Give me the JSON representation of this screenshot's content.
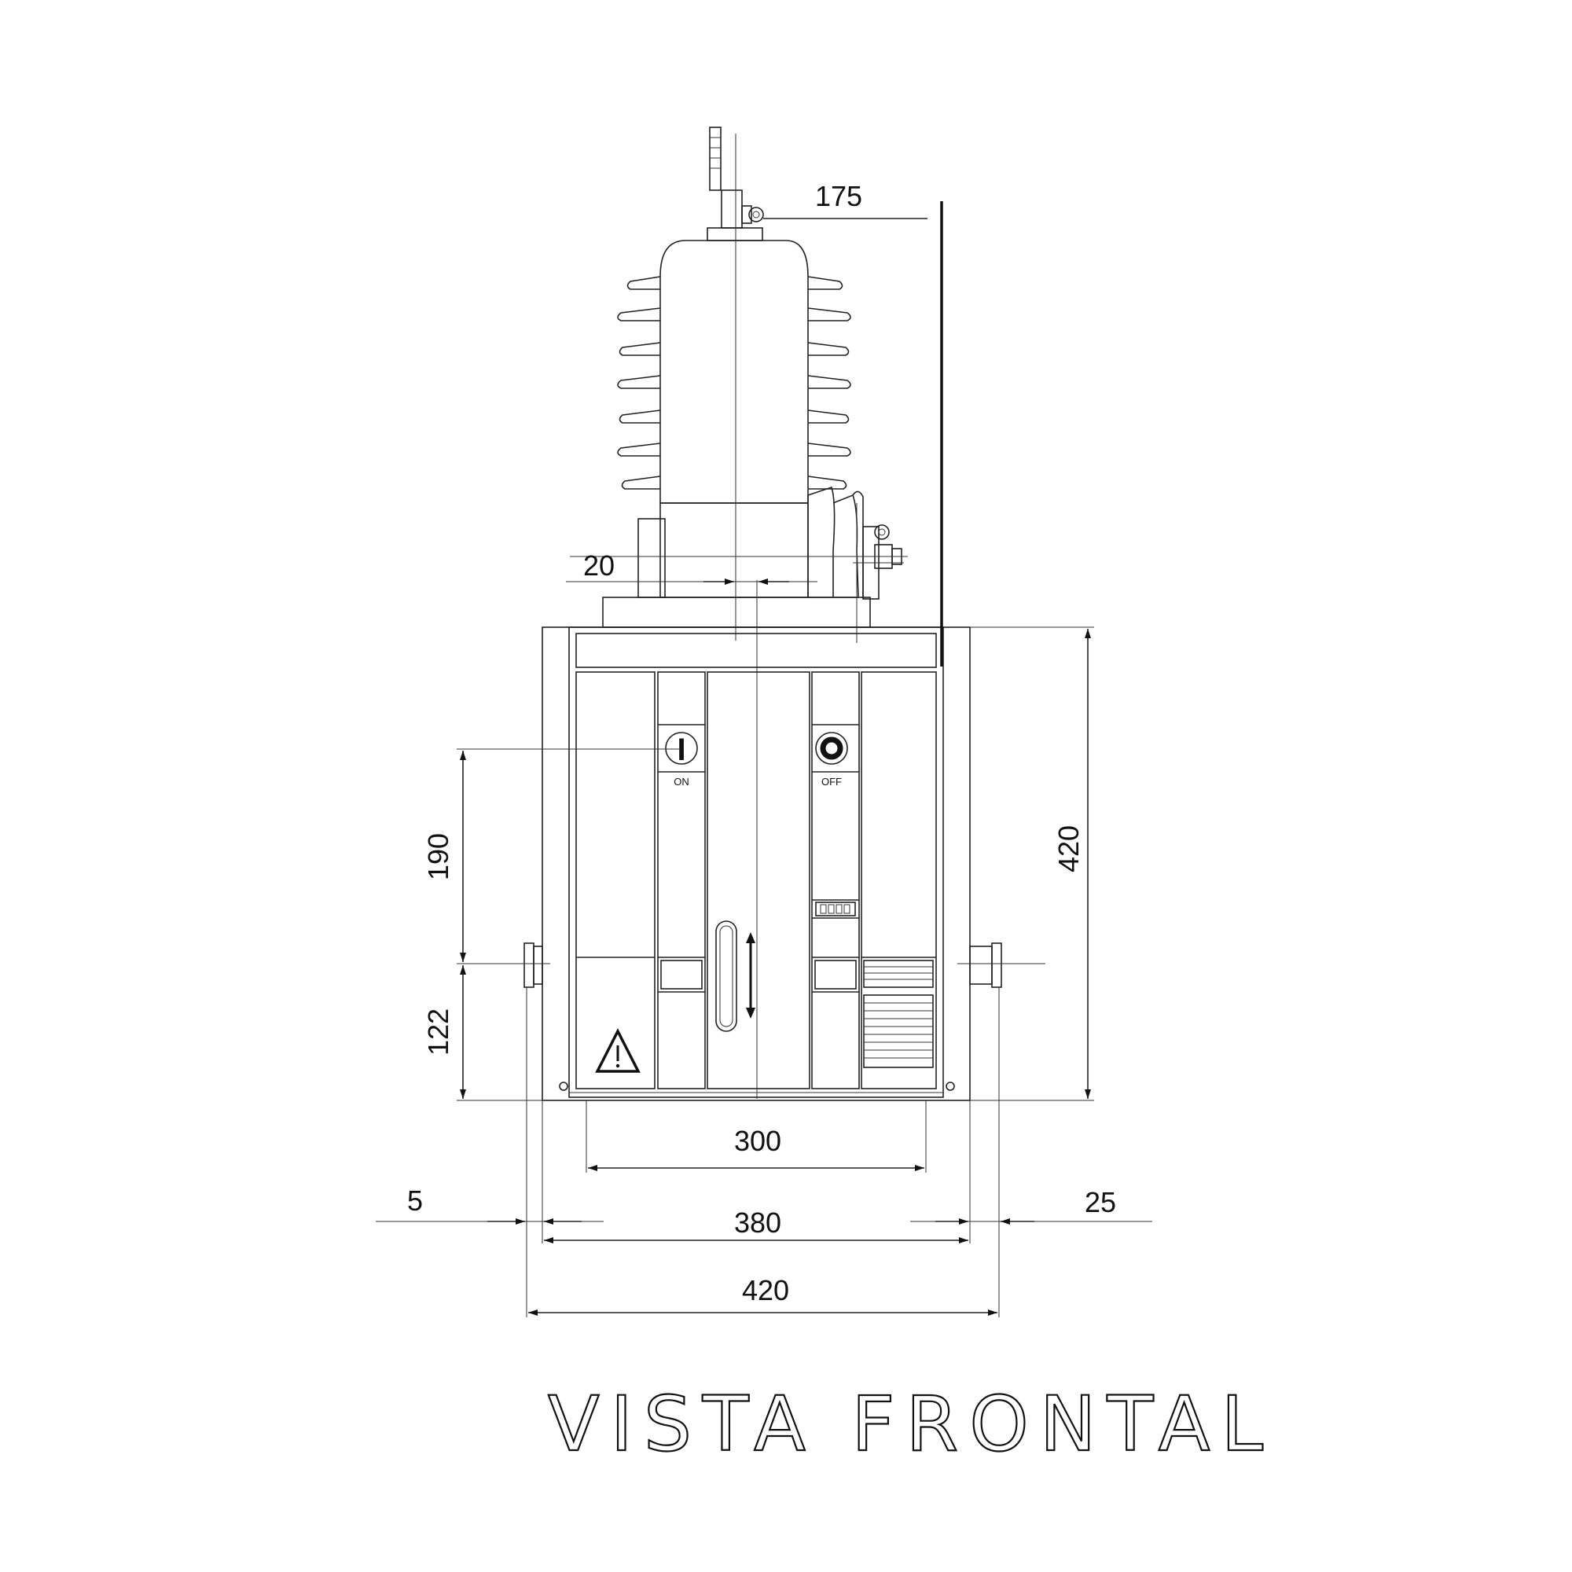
{
  "title": "VISTA FRONTAL",
  "labels": {
    "on": "ON",
    "off": "OFF",
    "on_symbol": "I"
  },
  "dimensions": {
    "top_offset": "175",
    "center_offset": "20",
    "handle_height": "190",
    "handle_base": "122",
    "total_height": "420",
    "inner_width": "300",
    "cabinet_width": "380",
    "total_width": "420",
    "left_gap": "5",
    "right_gap": "25"
  }
}
